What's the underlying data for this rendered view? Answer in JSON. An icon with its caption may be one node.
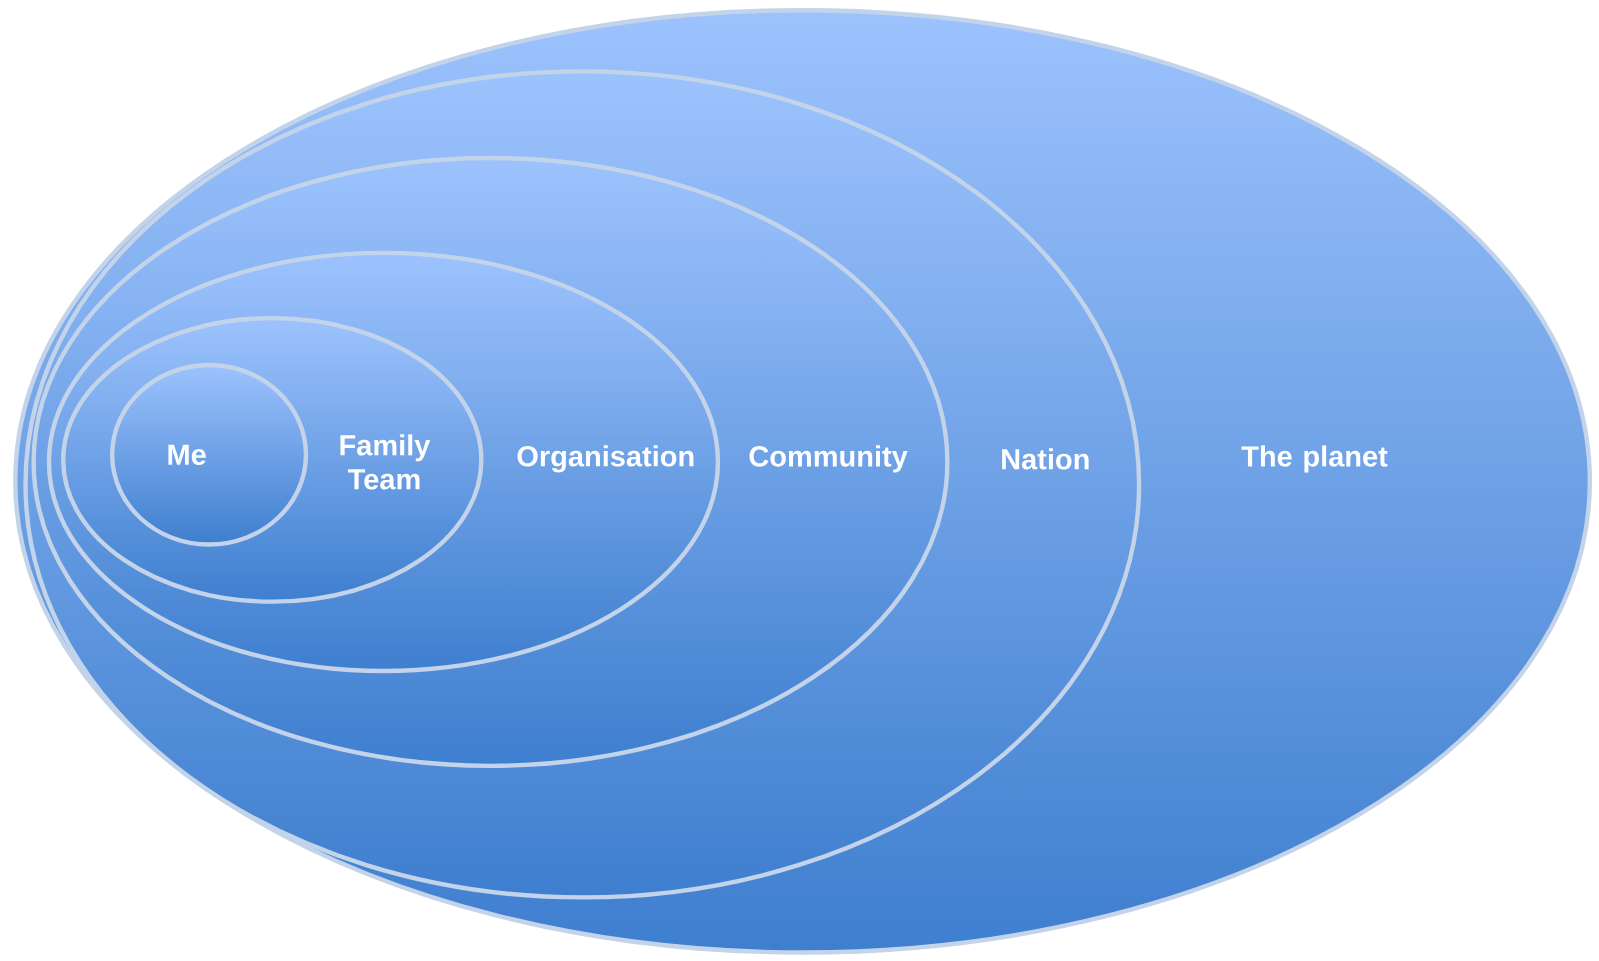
{
  "diagram": {
    "nodes": [
      {
        "text": [
          "The planet"
        ]
      },
      {
        "text": [
          "Nation"
        ],
        "in": 0
      },
      {
        "text": [
          "Community"
        ],
        "in": 1
      },
      {
        "text": [
          "Organisation"
        ],
        "in": 2
      },
      {
        "text": [
          "Family Team"
        ],
        "in": 3
      },
      {
        "text": [
          "Me"
        ],
        "in": 4
      }
    ]
  }
}
